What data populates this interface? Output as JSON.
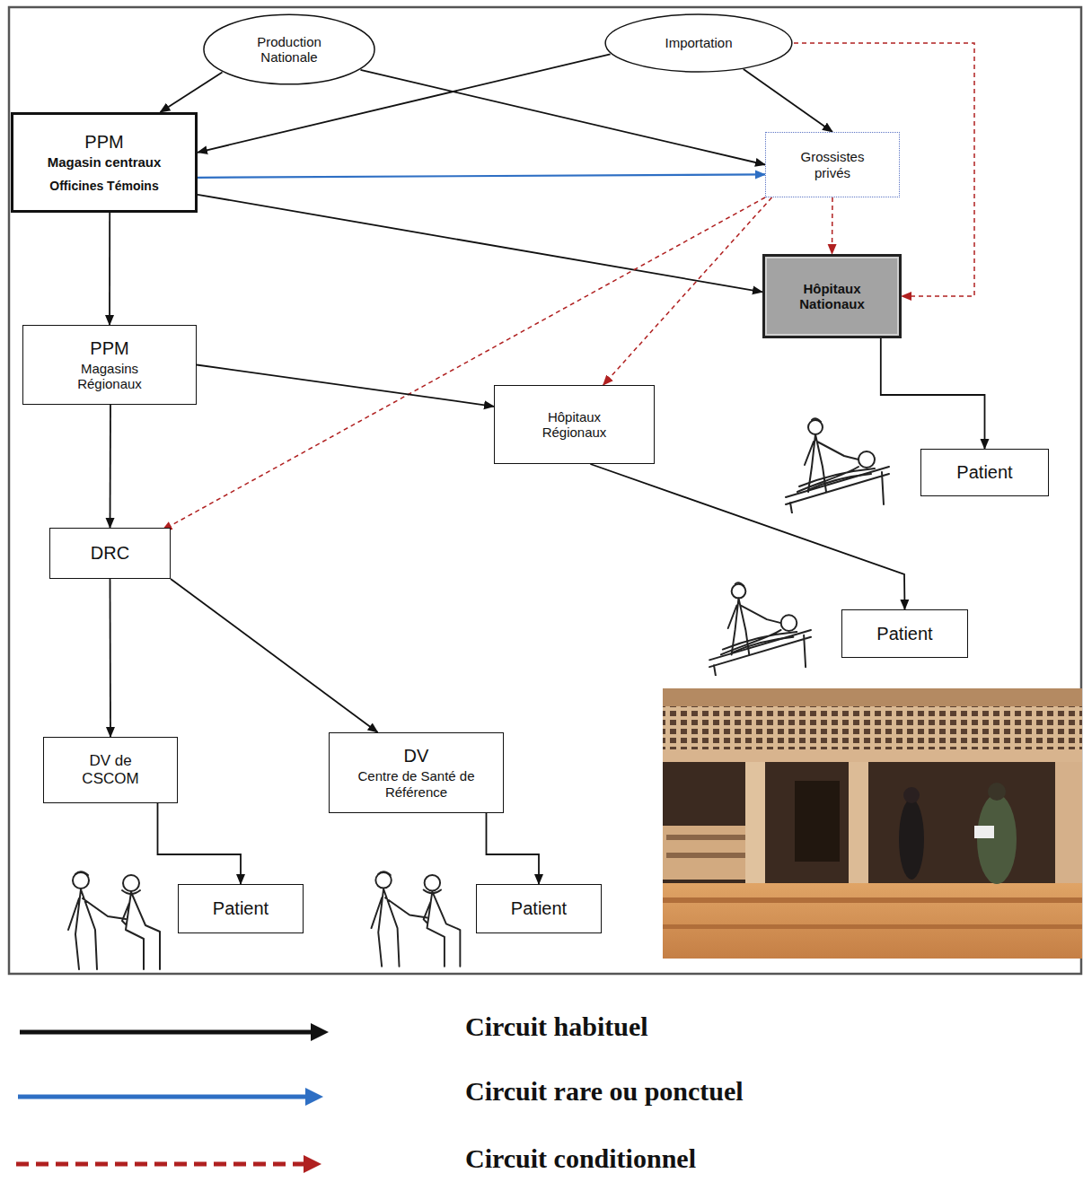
{
  "diagram": {
    "nodes": [
      {
        "text": [
          "Production Nationale"
        ]
      },
      {
        "text": [
          "Importation"
        ]
      },
      {
        "text": [
          "PPM",
          "Magasin centraux",
          "Officines Témoins"
        ]
      },
      {
        "text": [
          "Grossistes privés"
        ]
      },
      {
        "text": [
          "Hôpitaux Nationaux"
        ]
      },
      {
        "text": [
          "PPM",
          "Magasins Régionaux"
        ]
      },
      {
        "text": [
          "Hôpitaux Régionaux"
        ]
      },
      {
        "text": [
          "DRC"
        ]
      },
      {
        "text": [
          "Patient"
        ]
      },
      {
        "text": [
          "Patient"
        ]
      },
      {
        "text": [
          "DV de CSCOM"
        ]
      },
      {
        "text": [
          "DV",
          "Centre de Santé de Référence"
        ]
      },
      {
        "text": [
          "Patient"
        ]
      },
      {
        "text": [
          "Patient"
        ]
      }
    ],
    "edges": [
      {
        "from": 0,
        "to": 2,
        "arrow": "to"
      },
      {
        "from": 0,
        "to": 3,
        "arrow": "to"
      },
      {
        "from": 1,
        "to": 2,
        "arrow": "to"
      },
      {
        "from": 1,
        "to": 3,
        "arrow": "to"
      },
      {
        "from": 1,
        "to": 4,
        "arrow": "to"
      },
      {
        "from": 2,
        "to": 3,
        "arrow": "to"
      },
      {
        "from": 2,
        "to": 4,
        "arrow": "to"
      },
      {
        "from": 2,
        "to": 5,
        "arrow": "to"
      },
      {
        "from": 3,
        "to": 4,
        "arrow": "to"
      },
      {
        "from": 3,
        "to": 6,
        "arrow": "to"
      },
      {
        "from": 3,
        "to": 7,
        "arrow": "to"
      },
      {
        "from": 5,
        "to": 6,
        "arrow": "to"
      },
      {
        "from": 5,
        "to": 7,
        "arrow": "to"
      },
      {
        "from": 4,
        "to": 8,
        "arrow": "to"
      },
      {
        "from": 6,
        "to": 9,
        "arrow": "to"
      },
      {
        "from": 7,
        "to": 10,
        "arrow": "to"
      },
      {
        "from": 7,
        "to": 11,
        "arrow": "to"
      },
      {
        "from": 10,
        "to": 12,
        "arrow": "to"
      },
      {
        "from": 11,
        "to": 13,
        "arrow": "to"
      }
    ],
    "legend": [
      {
        "text": "Circuit habituel"
      },
      {
        "text": "Circuit rare ou ponctuel"
      },
      {
        "text": "Circuit conditionnel"
      }
    ]
  }
}
